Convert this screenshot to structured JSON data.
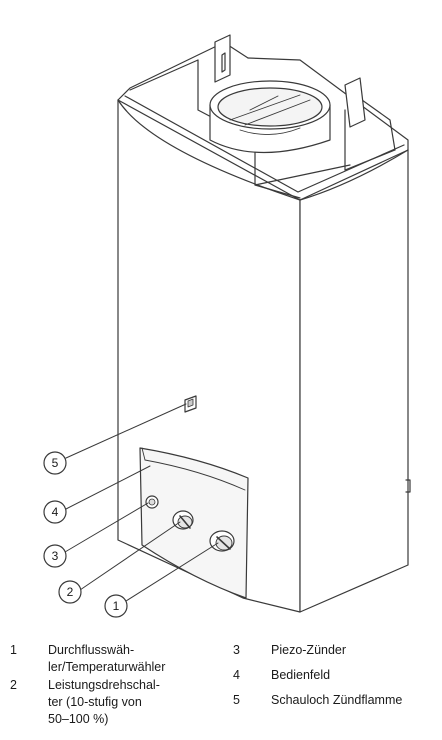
{
  "callouts": [
    "1",
    "2",
    "3",
    "4",
    "5"
  ],
  "legend": [
    {
      "num": "1",
      "lines": [
        "Durchflusswäh-",
        "ler/Temperaturwähler"
      ]
    },
    {
      "num": "2",
      "lines": [
        "Leistungsdrehschal-",
        "ter (10-stufig von",
        "50–100 %)"
      ]
    },
    {
      "num": "3",
      "lines": [
        "Piezo-Zünder"
      ]
    },
    {
      "num": "4",
      "lines": [
        "Bedienfeld"
      ]
    },
    {
      "num": "5",
      "lines": [
        "Schauloch Zündflamme"
      ]
    }
  ],
  "colors": {
    "line": "#3a3a3a",
    "fill": "#ffffff",
    "shade": "#eeeeee"
  }
}
